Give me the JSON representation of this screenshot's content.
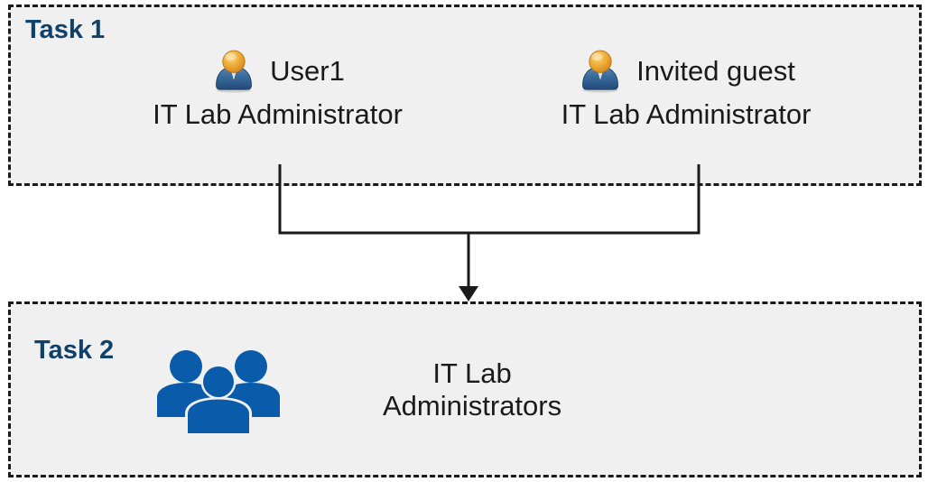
{
  "diagram": {
    "title": "Task 1 and Task 2 user-to-group assignment diagram",
    "background_color": "#ffffff",
    "box_fill_color": "#f0f0f0",
    "box_border_color": "#1a1a1a",
    "accent_color": "#10416b",
    "icon_blue": "#0a5ba9",
    "text_color": "#1a1a1a"
  },
  "task1": {
    "label": "Task 1",
    "members": [
      {
        "icon": "user-icon",
        "name": "User1",
        "role": "IT Lab Administrator"
      },
      {
        "icon": "user-icon",
        "name": "Invited guest",
        "role": "IT Lab Administrator"
      }
    ]
  },
  "task2": {
    "label": "Task 2",
    "icon": "user-group-icon",
    "group_name": "IT Lab\nAdministrators"
  },
  "connector": {
    "type": "merge-arrow",
    "from": [
      "User1",
      "Invited guest"
    ],
    "to": "IT Lab Administrators",
    "color": "#1a1a1a"
  }
}
